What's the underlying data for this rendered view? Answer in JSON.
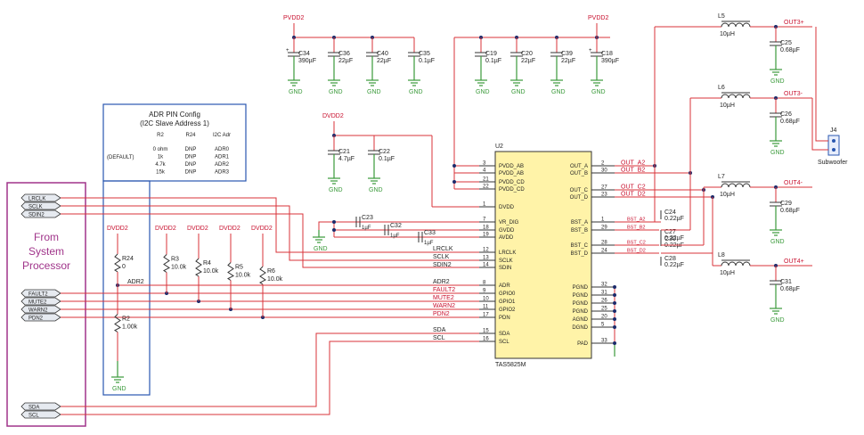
{
  "rails": {
    "pvdd": "PVDD2",
    "dvdd": "DVDD2",
    "gnd": "GND"
  },
  "bulk_caps": [
    {
      "ref": "C34",
      "val": "390µF"
    },
    {
      "ref": "C36",
      "val": "22µF"
    },
    {
      "ref": "C40",
      "val": "22µF"
    },
    {
      "ref": "C35",
      "val": "0.1µF"
    },
    {
      "ref": "C19",
      "val": "0.1µF"
    },
    {
      "ref": "C20",
      "val": "22µF"
    },
    {
      "ref": "C39",
      "val": "22µF"
    },
    {
      "ref": "C18",
      "val": "390µF"
    }
  ],
  "dvdd_caps": [
    {
      "ref": "C21",
      "val": "4.7µF"
    },
    {
      "ref": "C22",
      "val": "0.1µF"
    }
  ],
  "adr_config": {
    "title": "ADR PIN Config",
    "subtitle": "(I2C Slave Address 1)",
    "headers": [
      "R2",
      "R24",
      "I2C Adr"
    ],
    "default_label": "(DEFAULT)",
    "rows": [
      [
        "0 ohm",
        "DNP",
        "ADR0"
      ],
      [
        "1k",
        "DNP",
        "ADR1"
      ],
      [
        "4.7k",
        "DNP",
        "ADR2"
      ],
      [
        "15k",
        "DNP",
        "ADR3"
      ]
    ]
  },
  "processor": {
    "label_line1": "From",
    "label_line2": "System",
    "label_line3": "Processor"
  },
  "proc_ports": [
    "LRCLK",
    "SCLK",
    "SDIN2",
    "FAULT2",
    "MUTE2",
    "WARN2",
    "PDN2",
    "SDA",
    "SCL"
  ],
  "resistors": [
    {
      "ref": "R24",
      "val": "0"
    },
    {
      "ref": "R2",
      "val": "1.00k"
    },
    {
      "ref": "R3",
      "val": "10.0k"
    },
    {
      "ref": "R4",
      "val": "10.0k"
    },
    {
      "ref": "R5",
      "val": "10.0k"
    },
    {
      "ref": "R6",
      "val": "10.0k"
    }
  ],
  "adr_net": "ADR2",
  "pump_caps": [
    {
      "ref": "C23",
      "val": "1µF"
    },
    {
      "ref": "C32",
      "val": "1µF"
    },
    {
      "ref": "C33",
      "val": "1µF"
    }
  ],
  "ic": {
    "ref": "U2",
    "part": "TAS5825M",
    "left_pins": [
      {
        "num": "3",
        "name": "PVDD_AB"
      },
      {
        "num": "4",
        "name": "PVDD_AB"
      },
      {
        "num": "21",
        "name": "PVDD_CD"
      },
      {
        "num": "22",
        "name": "PVDD_CD"
      },
      {
        "num": "1",
        "name": "DVDD"
      },
      {
        "num": "7",
        "name": "VR_DIG"
      },
      {
        "num": "18",
        "name": "GVDD"
      },
      {
        "num": "19",
        "name": "AVDD"
      },
      {
        "num": "12",
        "name": "LRCLK"
      },
      {
        "num": "13",
        "name": "SCLK"
      },
      {
        "num": "14",
        "name": "SDIN"
      },
      {
        "num": "8",
        "name": "ADR"
      },
      {
        "num": "9",
        "name": "GPIO0"
      },
      {
        "num": "10",
        "name": "GPIO1"
      },
      {
        "num": "11",
        "name": "GPIO2"
      },
      {
        "num": "17",
        "name": "PDN"
      },
      {
        "num": "15",
        "name": "SDA"
      },
      {
        "num": "16",
        "name": "SCL"
      }
    ],
    "right_pins": [
      {
        "num": "2",
        "name": "OUT_A"
      },
      {
        "num": "30",
        "name": "OUT_B"
      },
      {
        "num": "27",
        "name": "OUT_C"
      },
      {
        "num": "23",
        "name": "OUT_D"
      },
      {
        "num": "1",
        "name": "BST_A"
      },
      {
        "num": "29",
        "name": "BST_B"
      },
      {
        "num": "28",
        "name": "BST_C"
      },
      {
        "num": "24",
        "name": "BST_D"
      },
      {
        "num": "32",
        "name": "PGND"
      },
      {
        "num": "31",
        "name": "PGND"
      },
      {
        "num": "26",
        "name": "PGND"
      },
      {
        "num": "25",
        "name": "PGND"
      },
      {
        "num": "20",
        "name": "AGND"
      },
      {
        "num": "5",
        "name": "DGND"
      },
      {
        "num": "33",
        "name": "PAD"
      }
    ]
  },
  "left_nets": [
    "LRCLK",
    "SCLK",
    "SDIN2",
    "ADR2",
    "FAULT2",
    "MUTE2",
    "WARN2",
    "PDN2",
    "SDA",
    "SCL"
  ],
  "out_nets": [
    "OUT_A2",
    "OUT_B2",
    "OUT_C2",
    "OUT_D2"
  ],
  "bst_nets": [
    "BST_A2",
    "BST_B2",
    "BST_C2",
    "BST_D2"
  ],
  "bst_caps": [
    {
      "ref": "C24",
      "val": "0.22µF"
    },
    {
      "ref": "C27",
      "val": "0.22µF"
    },
    {
      "ref": "C30",
      "val": "0.22µF"
    },
    {
      "ref": "C28",
      "val": "0.22µF"
    }
  ],
  "inductors": [
    {
      "ref": "L5",
      "val": "10µH"
    },
    {
      "ref": "L6",
      "val": "10µH"
    },
    {
      "ref": "L7",
      "val": "10µH"
    },
    {
      "ref": "L8",
      "val": "10µH"
    }
  ],
  "filter_caps": [
    {
      "ref": "C25",
      "val": "0.68µF"
    },
    {
      "ref": "C26",
      "val": "0.68µF"
    },
    {
      "ref": "C29",
      "val": "0.68µF"
    },
    {
      "ref": "C31",
      "val": "0.68µF"
    }
  ],
  "outputs": [
    "OUT3+",
    "OUT3-",
    "OUT4-",
    "OUT4+"
  ],
  "connector": {
    "ref": "J4",
    "label": "Subwoofer"
  }
}
